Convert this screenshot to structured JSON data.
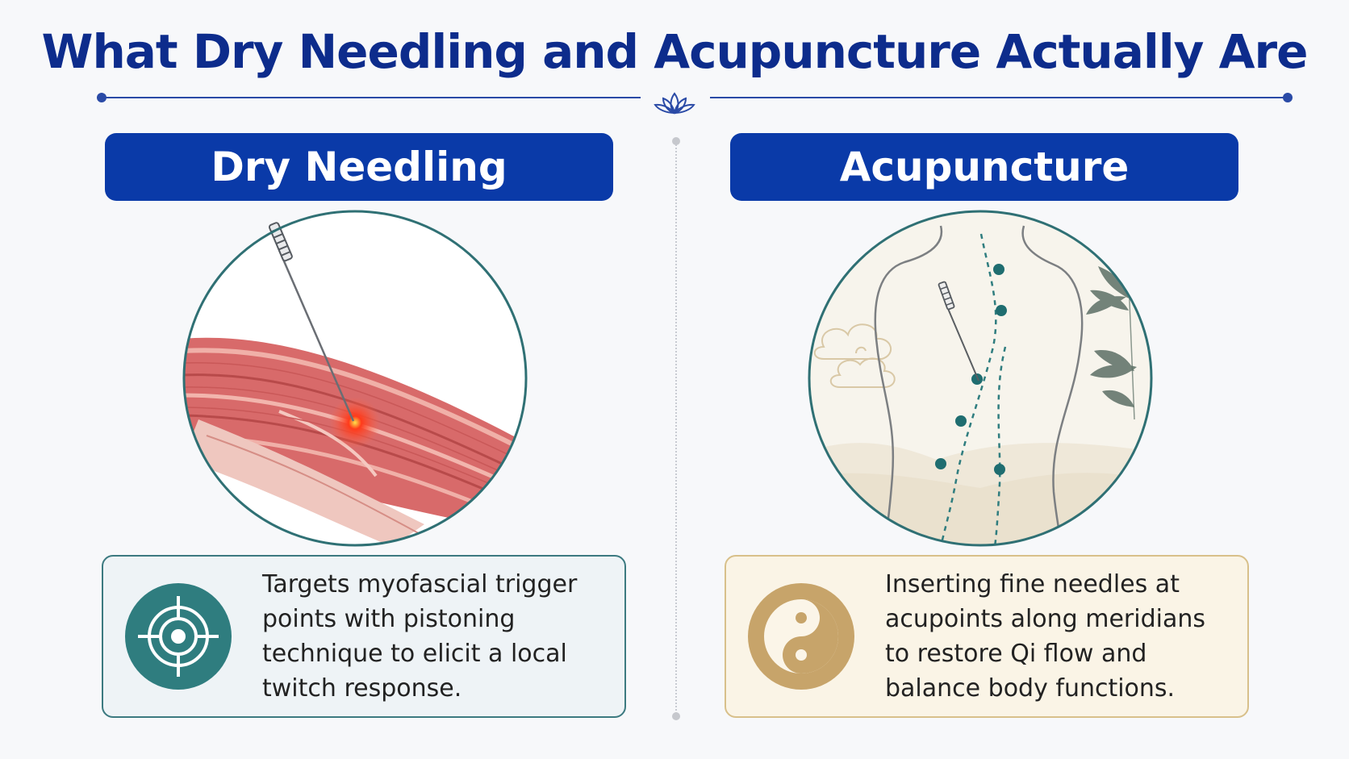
{
  "page": {
    "title": "What Dry Needling and Acupuncture Actually Are"
  },
  "colors": {
    "primary_blue": "#0a3aa8",
    "title_blue": "#0d2c8c",
    "teal": "#2f7d7f",
    "gold": "#c7a46a",
    "trigger_red": "#e8221a"
  },
  "left_panel": {
    "heading": "Dry Needling",
    "illustration_icon": "muscle-needle-illustration",
    "card_icon": "target-icon",
    "description": "Targets myofascial trigger points with pistoning technique to elicit a local twitch response."
  },
  "right_panel": {
    "heading": "Acupuncture",
    "illustration_icon": "meridian-back-illustration",
    "card_icon": "yin-yang-icon",
    "description": "Inserting fine needles at acupoints along meridians to restore Qi flow and balance body functions."
  }
}
